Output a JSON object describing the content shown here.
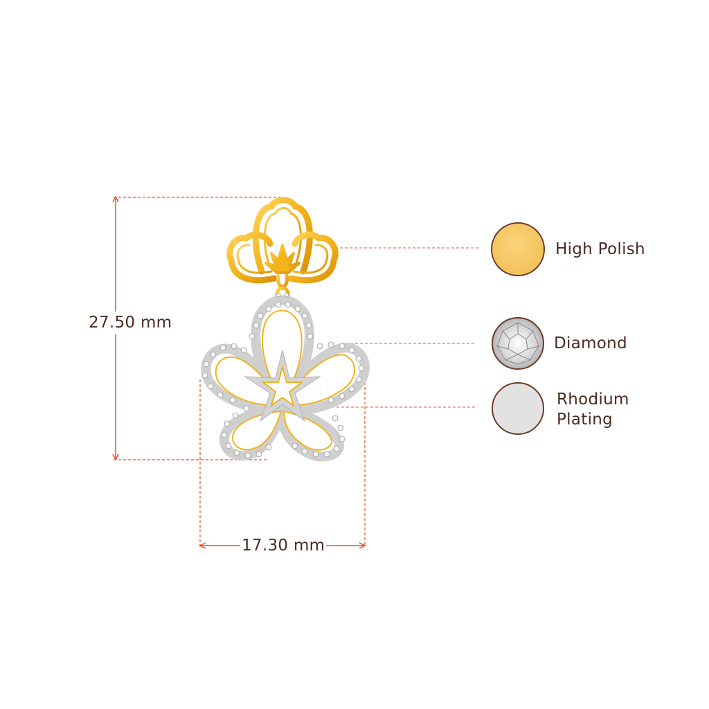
{
  "dimensions": {
    "height_label": "27.50 mm",
    "width_label": "17.30 mm"
  },
  "legend": {
    "items": [
      {
        "label": "High Polish",
        "swatch_color": "#f7c660",
        "icon": "gold-swatch-icon"
      },
      {
        "label": "Diamond",
        "swatch_color": "#e8e8e8",
        "icon": "diamond-swatch-icon"
      },
      {
        "label": "Rhodium Plating",
        "label_line1": "Rhodium",
        "label_line2": "Plating",
        "swatch_color": "#e2e2e2",
        "icon": "rhodium-swatch-icon"
      }
    ]
  },
  "colors": {
    "dimension_line": "#e8501c",
    "gold": "#f2b31c",
    "gold_dark": "#c98a0a",
    "silver": "#dcdcdc",
    "swatch_border": "#6b3a2a",
    "text": "#4a2a22"
  }
}
